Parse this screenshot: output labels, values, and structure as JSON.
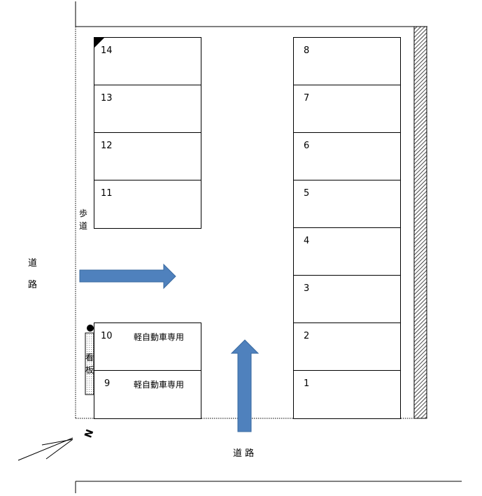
{
  "road_labels": {
    "left_top": "道",
    "left_bottom": "路",
    "bottom": "道 路"
  },
  "sidewalk_label": [
    "歩",
    "道"
  ],
  "signboard_label": [
    "看",
    "板"
  ],
  "north_label": "N",
  "left_column_stalls": [
    {
      "number": "14",
      "note": ""
    },
    {
      "number": "13",
      "note": ""
    },
    {
      "number": "12",
      "note": ""
    },
    {
      "number": "11",
      "note": ""
    }
  ],
  "left_lower_stalls": [
    {
      "number": "10",
      "note": "軽自動車専用"
    },
    {
      "number": "9",
      "note": "軽自動車専用"
    }
  ],
  "right_column_stalls": [
    {
      "number": "8",
      "note": ""
    },
    {
      "number": "7",
      "note": ""
    },
    {
      "number": "6",
      "note": ""
    },
    {
      "number": "5",
      "note": ""
    },
    {
      "number": "4",
      "note": ""
    },
    {
      "number": "3",
      "note": ""
    },
    {
      "number": "2",
      "note": ""
    },
    {
      "number": "1",
      "note": ""
    }
  ],
  "colors": {
    "arrow_fill": "#4f81bd",
    "arrow_stroke": "#3a6aa0",
    "line": "#000000"
  }
}
